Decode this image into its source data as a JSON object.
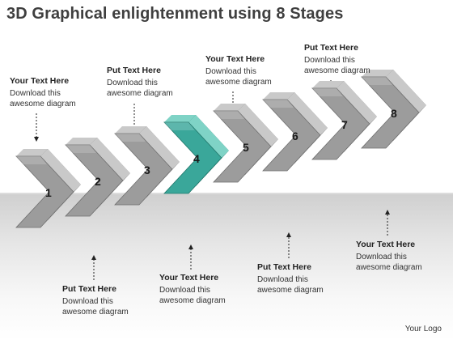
{
  "title": "3D Graphical enlightenment using 8 Stages",
  "stages": [
    "1",
    "2",
    "3",
    "4",
    "5",
    "6",
    "7",
    "8"
  ],
  "highlight_stage": 4,
  "colors": {
    "gray_face": "#9c9c9c",
    "gray_side": "#6f6f6f",
    "gray_top": "#c9c9c9",
    "teal_face": "#3aa79a",
    "teal_side": "#1f7468",
    "teal_top": "#7fd3c6",
    "number": "#1a1a1a"
  },
  "callouts": [
    {
      "heading": "Your Text Here",
      "body": [
        "Download this",
        "awesome diagram"
      ]
    },
    {
      "heading": "Put Text Here",
      "body": [
        "Download this",
        "awesome diagram"
      ]
    },
    {
      "heading": "Your Text Here",
      "body": [
        "Download this",
        "awesome diagram"
      ]
    },
    {
      "heading": "Put Text Here",
      "body": [
        "Download this",
        "awesome diagram"
      ]
    },
    {
      "heading": "Put Text Here",
      "body": [
        "Download this",
        "awesome diagram"
      ]
    },
    {
      "heading": "Your Text Here",
      "body": [
        "Download this",
        "awesome diagram"
      ]
    },
    {
      "heading": "Put Text Here",
      "body": [
        "Download this",
        "awesome diagram"
      ]
    },
    {
      "heading": "Your Text Here",
      "body": [
        "Download this",
        "awesome diagram"
      ]
    }
  ],
  "logo": "Your Logo"
}
